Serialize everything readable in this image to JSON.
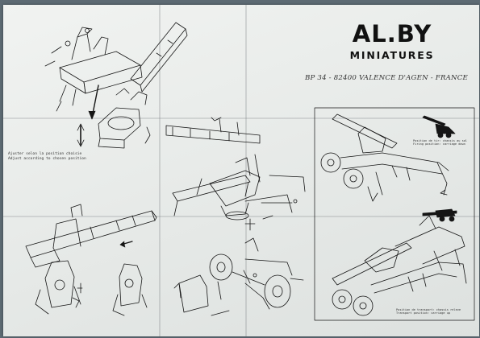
{
  "brand": {
    "name": "AL.BY",
    "subtitle": "MINIATURES",
    "address": "BP 34 - 82400 VALENCE D'AGEN - FRANCE"
  },
  "notes": {
    "adjust_fr": "Ajuster selon la position choisie",
    "adjust_en": "Adjust according to chosen position",
    "firing_fr": "Position de tir: chassis au sol",
    "firing_en": "Firing position: carriage down",
    "transport_fr": "Position de transport: chassis releve",
    "transport_en": "Transport position: carriage up"
  },
  "colors": {
    "paper": "#eceeec",
    "ink": "#151515",
    "background": "#5d6a73"
  }
}
